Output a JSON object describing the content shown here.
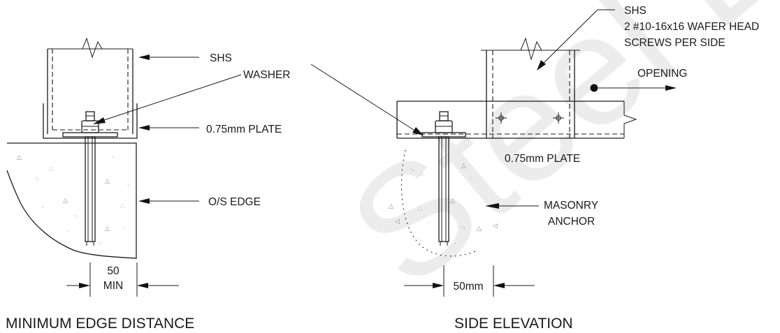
{
  "watermark": "Steel Ltd",
  "left_view": {
    "caption": "MINIMUM EDGE DISTANCE",
    "labels": {
      "shs": "SHS",
      "washer": "WASHER",
      "plate": "0.75mm  PLATE",
      "edge": "O/S EDGE"
    },
    "dimension": {
      "value": "50",
      "unit": "MIN"
    }
  },
  "right_view": {
    "caption": "SIDE ELEVATION",
    "labels": {
      "shs": "SHS",
      "screws_line1": "2 #10-16x16 WAFER HEAD",
      "screws_line2": "SCREWS PER SIDE",
      "opening": "OPENING",
      "plate": "0.75mm  PLATE",
      "anchor_line1": "MASONRY",
      "anchor_line2": "ANCHOR"
    },
    "dimension": {
      "value": "50mm"
    }
  }
}
